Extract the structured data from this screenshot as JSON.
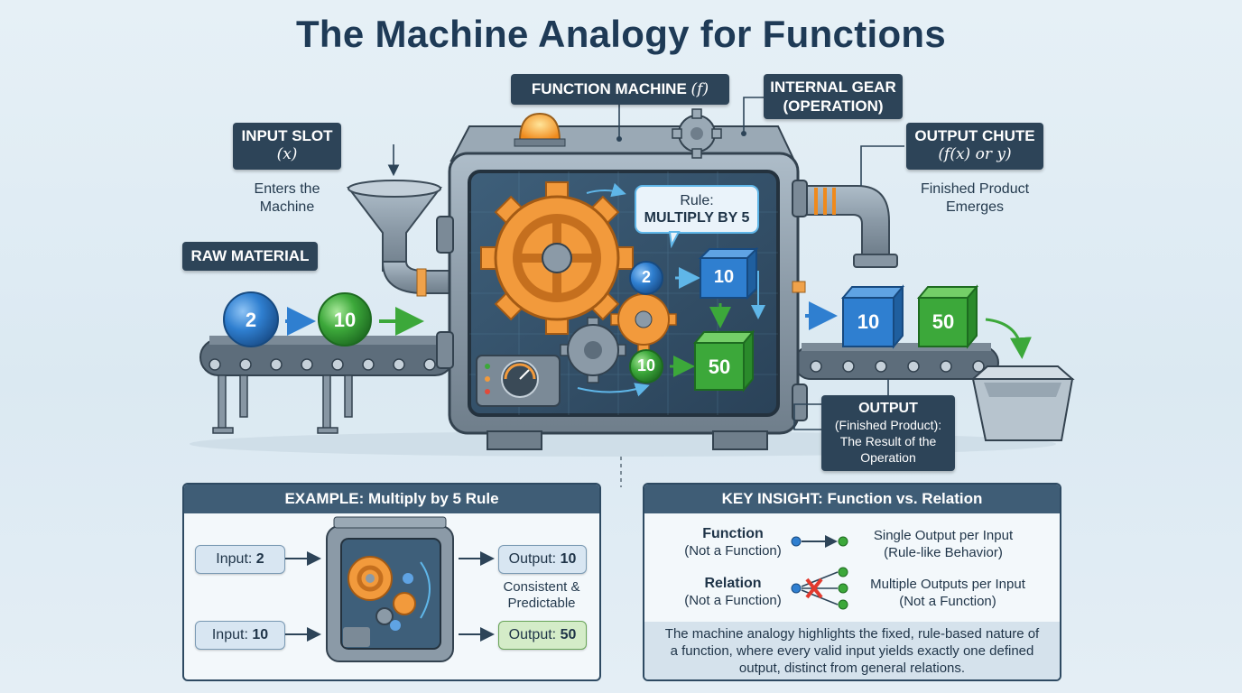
{
  "title": "The Machine Analogy for Functions",
  "labels": {
    "function_machine_main": "FUNCTION MACHINE ",
    "function_machine_sym": "(f)",
    "internal_gear_1": "INTERNAL GEAR",
    "internal_gear_2": "(OPERATION)",
    "input_slot": "INPUT SLOT",
    "input_slot_sym": "(x)",
    "enters_1": "Enters the",
    "enters_2": "Machine",
    "raw_material": "RAW MATERIAL",
    "output_chute": "OUTPUT CHUTE",
    "output_chute_sym": "(f(x) or y)",
    "finished_1": "Finished Product",
    "finished_2": "Emerges",
    "output_1": "OUTPUT",
    "output_2": "(Finished Product):",
    "output_3": "The Result of the",
    "output_4": "Operation"
  },
  "machine": {
    "rule_1": "Rule:",
    "rule_2": "MULTIPLY BY 5",
    "inner_in": "2",
    "inner_mid": "10",
    "inner_in2": "10",
    "inner_out": "50"
  },
  "conveyor": {
    "ball1": "2",
    "ball2": "10",
    "box1": "10",
    "box2": "50"
  },
  "example": {
    "header": "EXAMPLE: Multiply by 5 Rule",
    "input1_label": "Input: ",
    "input1_value": "2",
    "output1_label": "Output: ",
    "output1_value": "10",
    "input2_label": "Input: ",
    "input2_value": "10",
    "output2_label": "Output: ",
    "output2_value": "50",
    "note_1": "Consistent &",
    "note_2": "Predictable"
  },
  "insight": {
    "header": "KEY INSIGHT: Function vs. Relation",
    "function_title": "Function",
    "function_sub": "(Not a Function)",
    "function_desc_1": "Single Output per Input",
    "function_desc_2": "(Rule-like Behavior)",
    "relation_title": "Relation",
    "relation_sub": "(Not a Function)",
    "relation_desc_1": "Multiple Outputs per Input",
    "relation_desc_2": "(Not a Function)",
    "footer_1": "The machine analogy highlights the fixed, rule-based nature of",
    "footer_2": "a function, where every valid input yields exactly one defined",
    "footer_3": "output, distinct from general relations."
  },
  "colors": {
    "navy": "#2d4458",
    "blue": "#2f7fd0",
    "green": "#3ca83a",
    "orange": "#f09a35"
  }
}
